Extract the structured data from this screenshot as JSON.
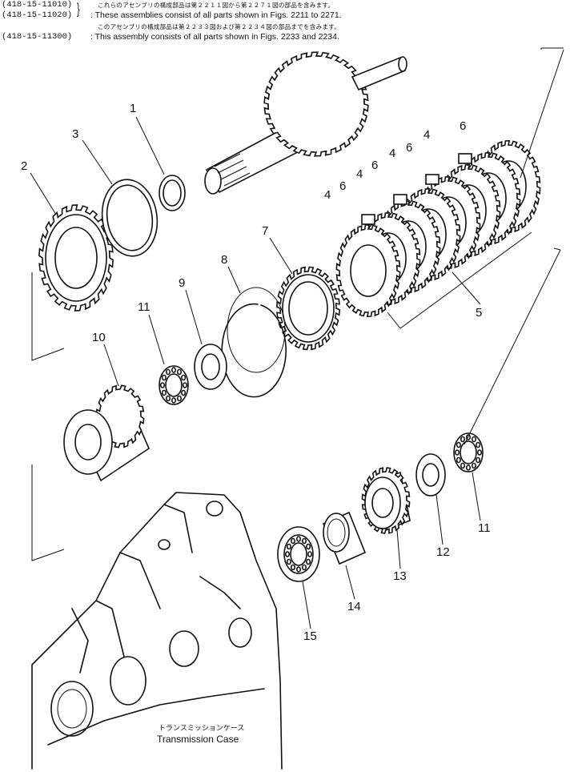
{
  "header": {
    "codes": [
      "(418-15-11010)",
      "(418-15-11020)",
      "(418-15-11300)"
    ],
    "jp_line_1": "これらのアセンブリの構成部品は第２２１１図から第２２７１図の部品を含みます。",
    "en_line_1": ": These assemblies consist of all parts shown in Figs. 2211 to 2271.",
    "jp_line_2": "このアセンブリの構成部品は第２２３３図および第２２３４図の部品までを含みます。",
    "en_line_2": ":  This assembly consists of all parts shown in Figs. 2233 and 2234."
  },
  "callouts": {
    "c1": "1",
    "c2": "2",
    "c3": "3",
    "c4": "4",
    "c5": "5",
    "c6": "6",
    "c7": "7",
    "c8": "8",
    "c9": "9",
    "c10": "10",
    "c11": "11",
    "c12": "12",
    "c13": "13",
    "c14": "14",
    "c15": "15"
  },
  "caption": {
    "jp": "トランスミッションケース",
    "en": "Transmission Case"
  }
}
